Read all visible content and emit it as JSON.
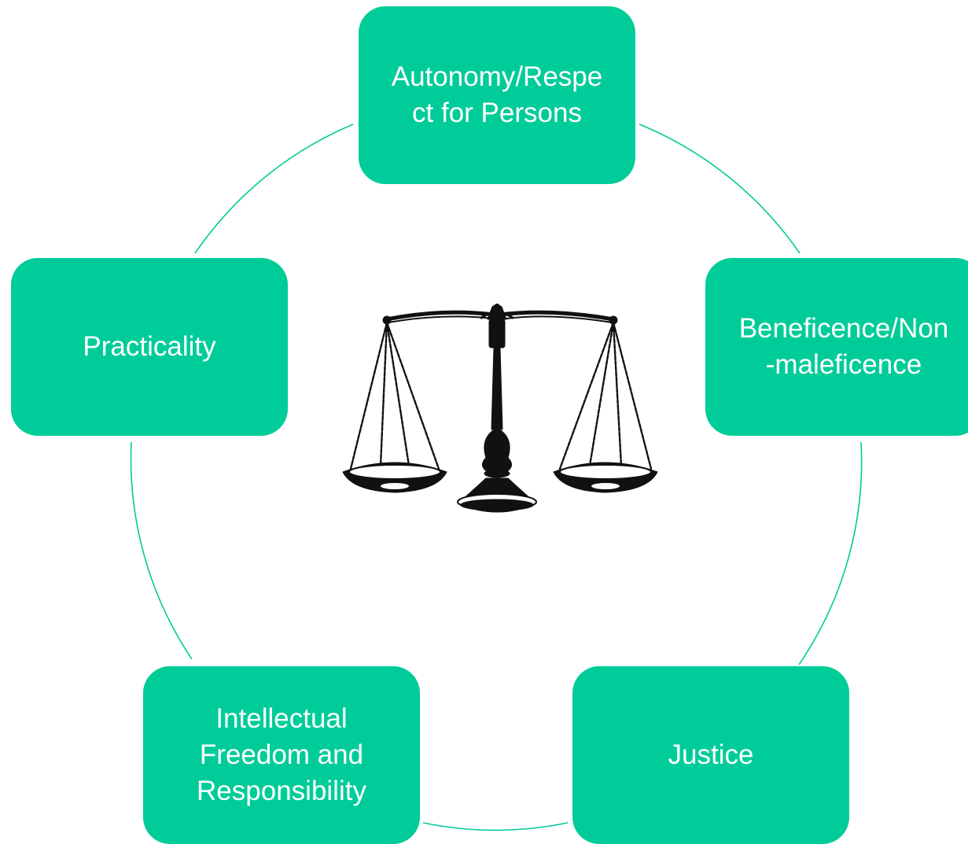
{
  "diagram": {
    "type": "cycle",
    "nodes": [
      {
        "id": "top",
        "label": "Autonomy/Respe ct for Persons",
        "lines": [
          "Autonomy/Respe",
          "ct for Persons"
        ]
      },
      {
        "id": "right",
        "label": "Beneficence/Non -maleficence",
        "lines": [
          "Beneficence/Non",
          "-maleficence"
        ]
      },
      {
        "id": "bottom-right",
        "label": "Justice",
        "lines": [
          "Justice"
        ]
      },
      {
        "id": "bottom-left",
        "label": "Intellectual Freedom and Responsibility",
        "lines": [
          "Intellectual",
          "Freedom and",
          "Responsibility"
        ]
      },
      {
        "id": "left",
        "label": "Practicality",
        "lines": [
          "Practicality"
        ]
      }
    ],
    "center_image": "scales-of-justice-icon"
  },
  "colors": {
    "node_fill": "#00cc99",
    "connector": "#00cc99",
    "node_text": "#ffffff",
    "scales_ink": "#111111",
    "background": "#ffffff"
  }
}
